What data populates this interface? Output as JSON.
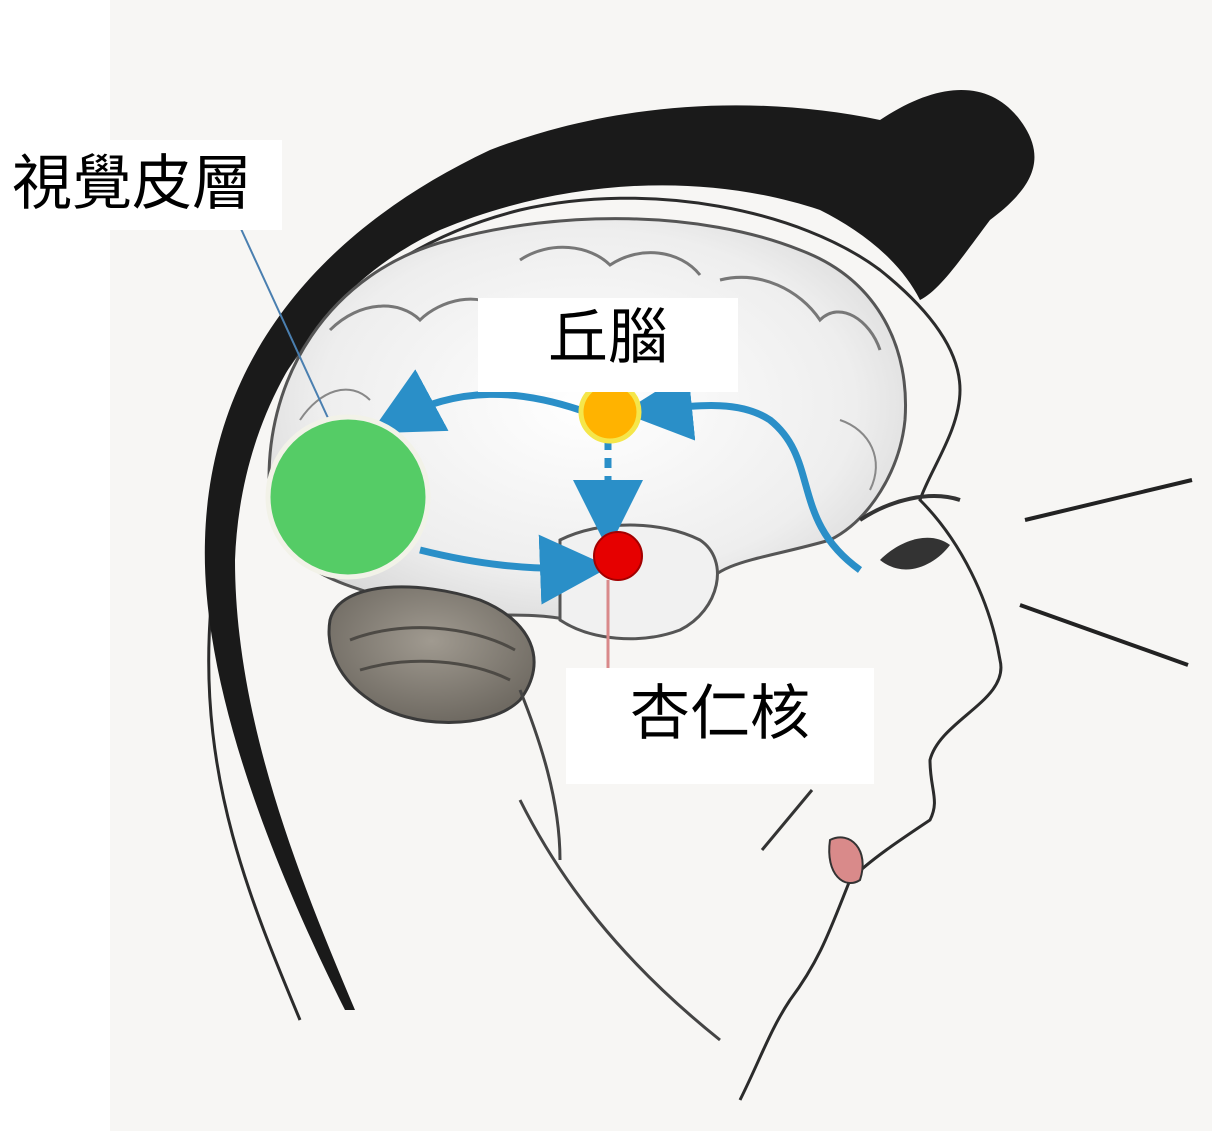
{
  "labels": {
    "visual_cortex": "視覺皮層",
    "thalamus": "丘腦",
    "amygdala": "杏仁核"
  },
  "nodes": {
    "visual_cortex_color": "#55CC66",
    "thalamus_color": "#FFB300",
    "thalamus_ring_color": "#F5E64A",
    "amygdala_color": "#E60000"
  },
  "arrow_color": "#2A8FC8"
}
